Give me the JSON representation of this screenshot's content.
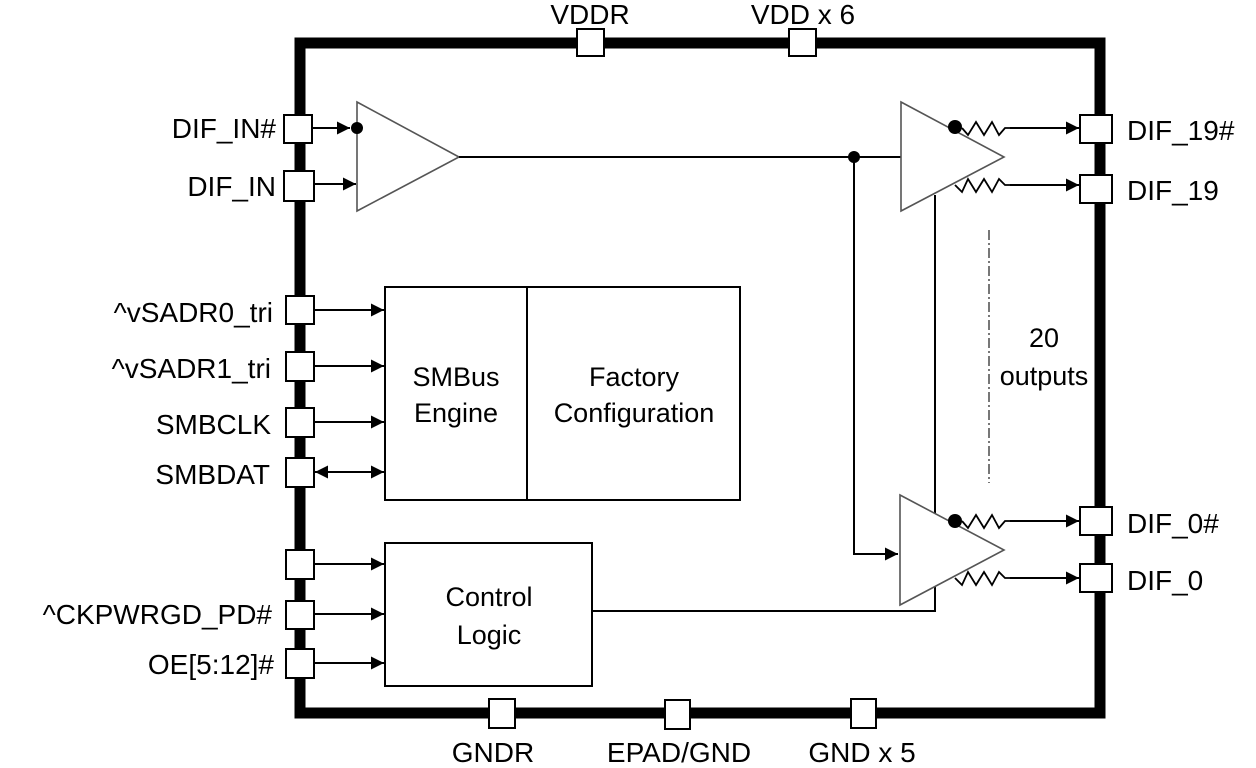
{
  "diagram": {
    "type": "block-diagram",
    "title": "Clock buffer block diagram",
    "top_pins": [
      "VDDR",
      "VDD x 6"
    ],
    "bottom_pins": [
      "GNDR",
      "EPAD/GND",
      "GND x 5"
    ],
    "left_pins": {
      "differential_input": [
        "DIF_IN#",
        "DIF_IN"
      ],
      "smbus": [
        "^vSADR0_tri",
        "^vSADR1_tri",
        "SMBCLK",
        "SMBDAT"
      ],
      "control": [
        "",
        "^CKPWRGD_PD#",
        "OE[5:12]#"
      ]
    },
    "right_pins": {
      "top_output_pair": [
        "DIF_19#",
        "DIF_19"
      ],
      "bottom_output_pair": [
        "DIF_0#",
        "DIF_0"
      ]
    },
    "blocks": {
      "smbus_engine": [
        "SMBus",
        "Engine"
      ],
      "factory_configuration": [
        "Factory",
        "Configuration"
      ],
      "control_logic": [
        "Control",
        "Logic"
      ]
    },
    "outputs_note": [
      "20",
      "outputs"
    ]
  }
}
